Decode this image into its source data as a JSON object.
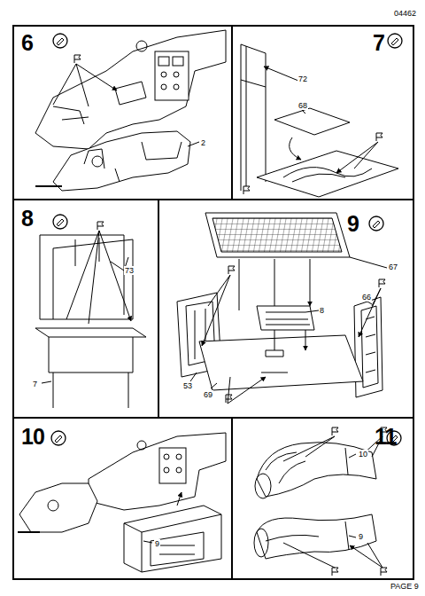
{
  "diagram": {
    "nodes": [
      {
        "text": [
          "6"
        ]
      },
      {
        "text": [
          "7"
        ]
      },
      {
        "text": [
          "8"
        ]
      },
      {
        "text": [
          "9"
        ]
      },
      {
        "text": [
          "10"
        ]
      },
      {
        "text": [
          "11"
        ]
      }
    ],
    "labels": [
      "04462",
      "2",
      "72",
      "68",
      "73",
      "7",
      "67",
      "8",
      "66",
      "53",
      "69",
      "9",
      "10",
      "9",
      "PAGE 9"
    ]
  }
}
